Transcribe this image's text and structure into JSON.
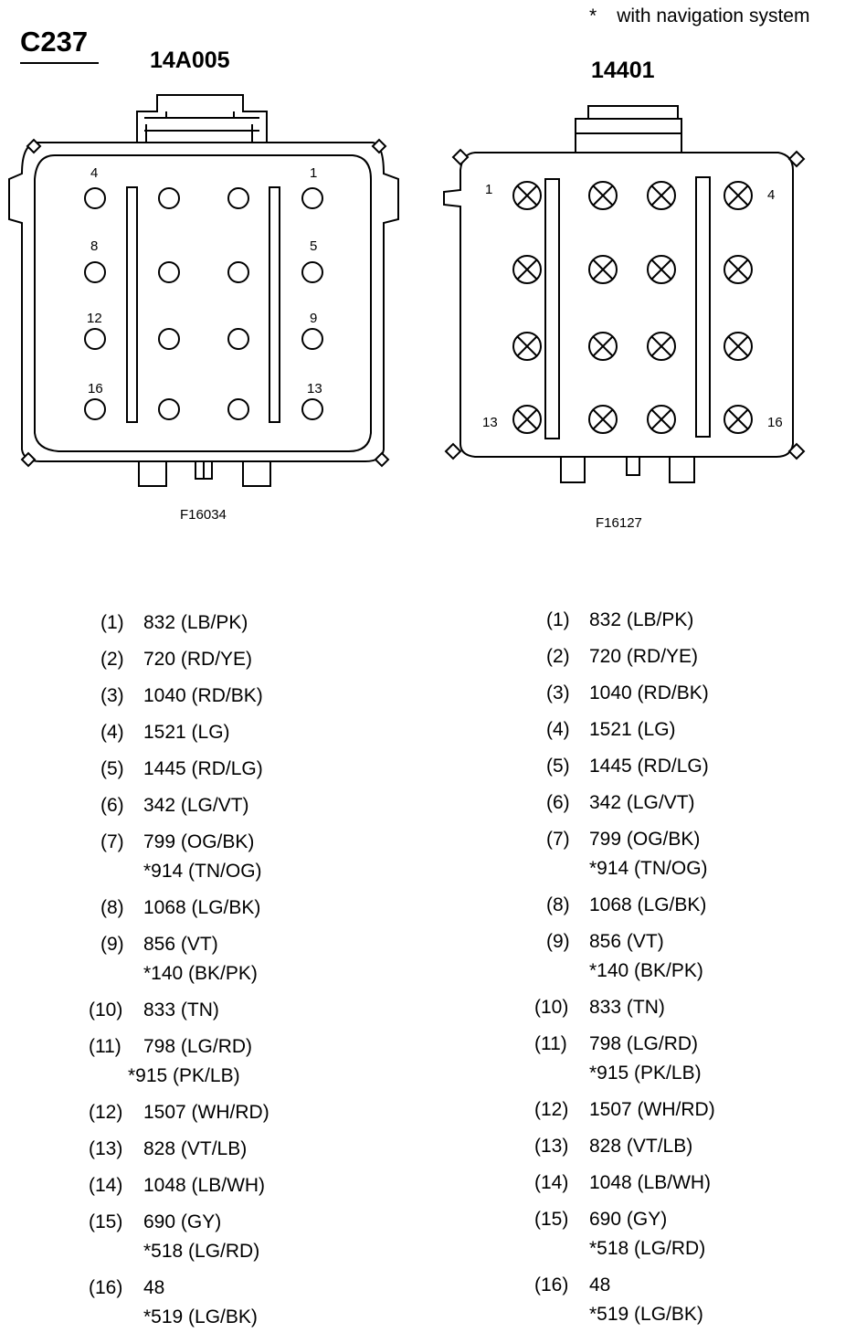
{
  "header": {
    "note_marker": "*",
    "note_text": "with navigation system",
    "connector_id": "C237"
  },
  "connector_left": {
    "part_number": "14A005",
    "figure_code": "F16034",
    "pin_labels": [
      "4",
      "1",
      "8",
      "5",
      "12",
      "9",
      "16",
      "13"
    ]
  },
  "connector_right": {
    "part_number": "14401",
    "figure_code": "F16127",
    "pin_labels": [
      "1",
      "4",
      "13",
      "16"
    ]
  },
  "pins_left": [
    {
      "num": "(1)",
      "wire": "832 (LB/PK)",
      "alt": ""
    },
    {
      "num": "(2)",
      "wire": "720 (RD/YE)",
      "alt": ""
    },
    {
      "num": "(3)",
      "wire": "1040 (RD/BK)",
      "alt": ""
    },
    {
      "num": "(4)",
      "wire": "1521 (LG)",
      "alt": ""
    },
    {
      "num": "(5)",
      "wire": "1445 (RD/LG)",
      "alt": ""
    },
    {
      "num": "(6)",
      "wire": "342 (LG/VT)",
      "alt": ""
    },
    {
      "num": "(7)",
      "wire": "799 (OG/BK)",
      "alt": "*914 (TN/OG)"
    },
    {
      "num": "(8)",
      "wire": "1068 (LG/BK)",
      "alt": ""
    },
    {
      "num": "(9)",
      "wire": "856 (VT)",
      "alt": "*140 (BK/PK)"
    },
    {
      "num": "(10)",
      "wire": "833 (TN)",
      "alt": ""
    },
    {
      "num": "(11)",
      "wire": "798 (LG/RD)",
      "alt": "*915 (PK/LB)"
    },
    {
      "num": "(12)",
      "wire": "1507 (WH/RD)",
      "alt": ""
    },
    {
      "num": "(13)",
      "wire": "828 (VT/LB)",
      "alt": ""
    },
    {
      "num": "(14)",
      "wire": "1048 (LB/WH)",
      "alt": ""
    },
    {
      "num": "(15)",
      "wire": "690 (GY)",
      "alt": "*518 (LG/RD)"
    },
    {
      "num": "(16)",
      "wire": "48",
      "alt": "*519 (LG/BK)"
    }
  ],
  "pins_right": [
    {
      "num": "(1)",
      "wire": "832 (LB/PK)",
      "alt": ""
    },
    {
      "num": "(2)",
      "wire": "720 (RD/YE)",
      "alt": ""
    },
    {
      "num": "(3)",
      "wire": "1040 (RD/BK)",
      "alt": ""
    },
    {
      "num": "(4)",
      "wire": "1521 (LG)",
      "alt": ""
    },
    {
      "num": "(5)",
      "wire": "1445 (RD/LG)",
      "alt": ""
    },
    {
      "num": "(6)",
      "wire": "342 (LG/VT)",
      "alt": ""
    },
    {
      "num": "(7)",
      "wire": "799 (OG/BK)",
      "alt": "*914 (TN/OG)"
    },
    {
      "num": "(8)",
      "wire": "1068 (LG/BK)",
      "alt": ""
    },
    {
      "num": "(9)",
      "wire": "856 (VT)",
      "alt": "*140 (BK/PK)"
    },
    {
      "num": "(10)",
      "wire": "833 (TN)",
      "alt": ""
    },
    {
      "num": "(11)",
      "wire": "798 (LG/RD)",
      "alt": "*915 (PK/LB)"
    },
    {
      "num": "(12)",
      "wire": "1507 (WH/RD)",
      "alt": ""
    },
    {
      "num": "(13)",
      "wire": "828 (VT/LB)",
      "alt": ""
    },
    {
      "num": "(14)",
      "wire": "1048 (LB/WH)",
      "alt": ""
    },
    {
      "num": "(15)",
      "wire": "690 (GY)",
      "alt": "*518 (LG/RD)"
    },
    {
      "num": "(16)",
      "wire": "48",
      "alt": "*519 (LG/BK)"
    }
  ]
}
